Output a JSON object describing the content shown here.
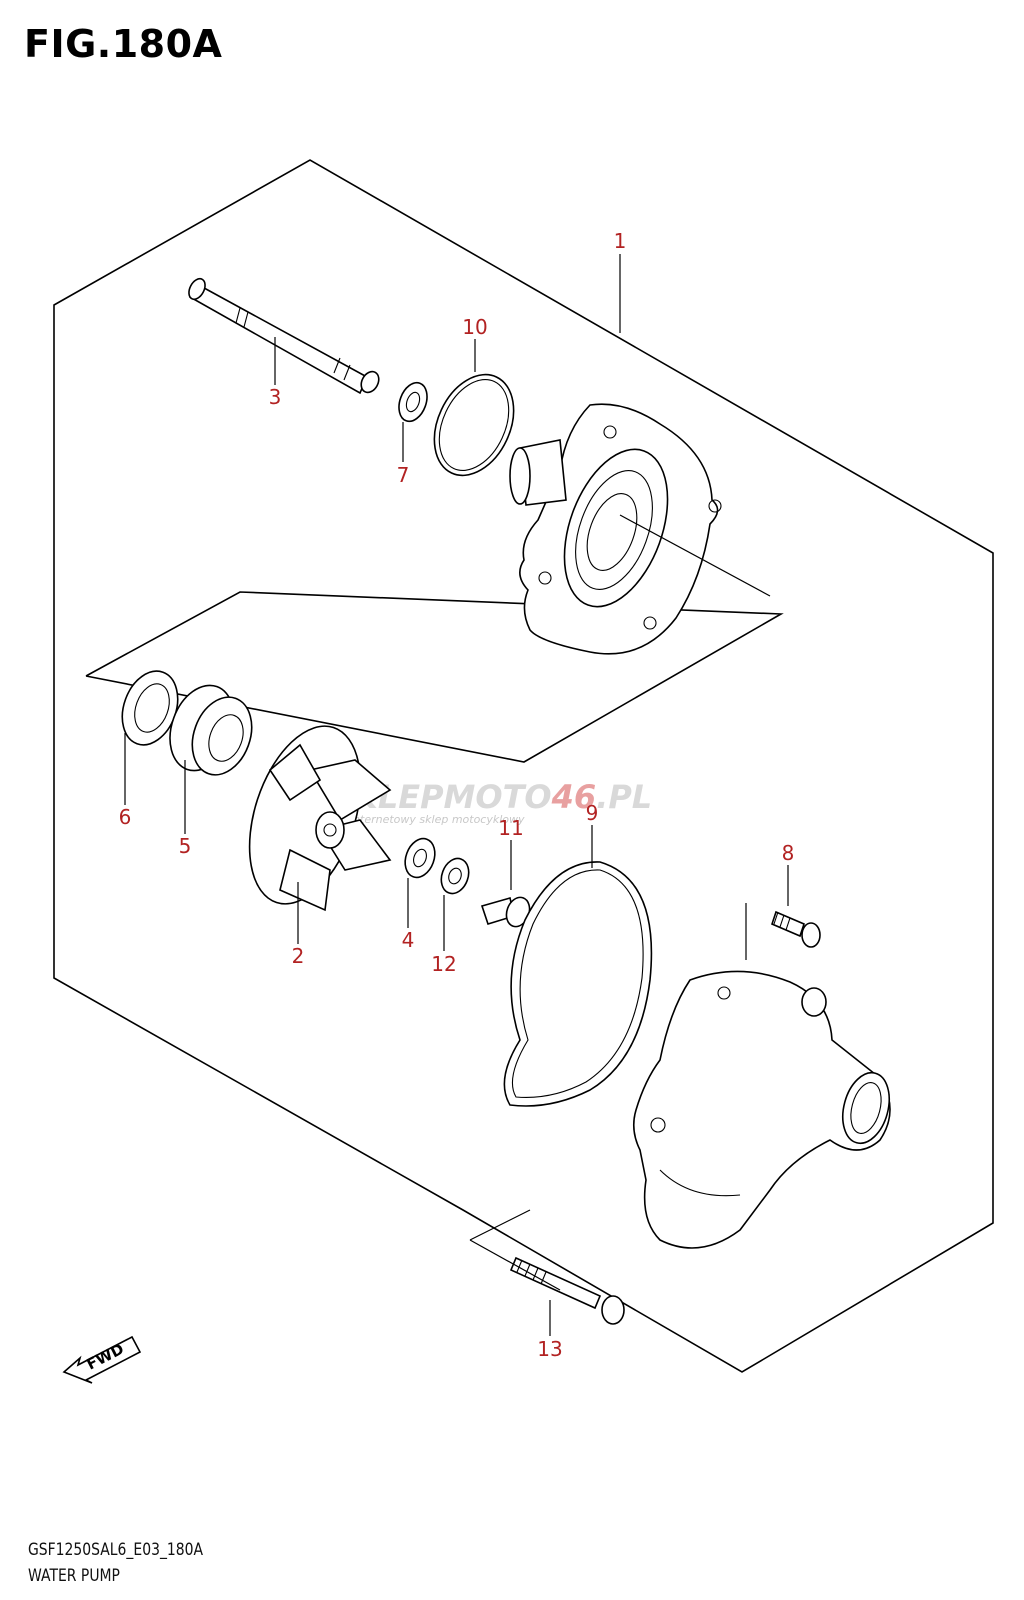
{
  "figure": {
    "title": "FIG.180A",
    "code": "GSF1250SAL6_E03_180A",
    "caption": "WATER PUMP"
  },
  "callouts": [
    {
      "id": "1",
      "label": "1"
    },
    {
      "id": "2",
      "label": "2"
    },
    {
      "id": "3",
      "label": "3"
    },
    {
      "id": "4",
      "label": "4"
    },
    {
      "id": "5",
      "label": "5"
    },
    {
      "id": "6",
      "label": "6"
    },
    {
      "id": "7",
      "label": "7"
    },
    {
      "id": "8",
      "label": "8"
    },
    {
      "id": "9",
      "label": "9"
    },
    {
      "id": "10",
      "label": "10"
    },
    {
      "id": "11",
      "label": "11"
    },
    {
      "id": "12",
      "label": "12"
    },
    {
      "id": "13",
      "label": "13"
    }
  ],
  "fwd_indicator": {
    "label": "FWD",
    "icon": "fwd-arrow-icon"
  },
  "watermark": {
    "brand_left": "SKLEP",
    "brand_mid": "MOTO",
    "brand_num": "46",
    "brand_tld": ".PL",
    "tagline": "internetowy sklep motocyklowy"
  },
  "colors": {
    "callout": "#b22222",
    "line": "#000000",
    "watermark": "#d9d9d9",
    "watermark_accent": "#e8a0a0"
  }
}
